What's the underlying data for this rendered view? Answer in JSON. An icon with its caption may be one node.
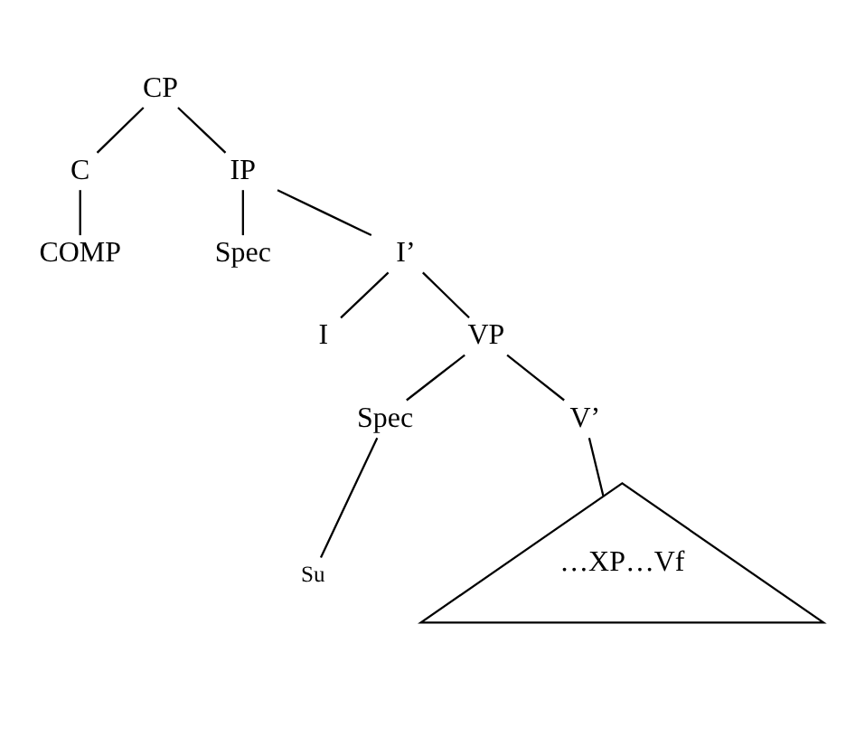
{
  "diagram": {
    "nodes": [
      {
        "text": [
          "CP"
        ]
      },
      {
        "text": [
          "C"
        ]
      },
      {
        "text": [
          "IP"
        ]
      },
      {
        "text": [
          "COMP"
        ]
      },
      {
        "text": [
          "Spec"
        ]
      },
      {
        "text": [
          "I’"
        ]
      },
      {
        "text": [
          "I"
        ]
      },
      {
        "text": [
          "VP"
        ]
      },
      {
        "text": [
          "Spec"
        ]
      },
      {
        "text": [
          "V’"
        ]
      },
      {
        "text": [
          "Su"
        ]
      },
      {
        "text": [
          "…XP…Vf"
        ]
      }
    ],
    "edges": [
      {
        "from": 0,
        "to": 1,
        "arrow": "none"
      },
      {
        "from": 0,
        "to": 2,
        "arrow": "none"
      },
      {
        "from": 1,
        "to": 3,
        "arrow": "none"
      },
      {
        "from": 2,
        "to": 4,
        "arrow": "none"
      },
      {
        "from": 2,
        "to": 5,
        "arrow": "none"
      },
      {
        "from": 5,
        "to": 6,
        "arrow": "none"
      },
      {
        "from": 5,
        "to": 7,
        "arrow": "none"
      },
      {
        "from": 7,
        "to": 8,
        "arrow": "none"
      },
      {
        "from": 7,
        "to": 9,
        "arrow": "none"
      },
      {
        "from": 8,
        "to": 10,
        "arrow": "none"
      },
      {
        "from": 9,
        "to": 11,
        "arrow": "none"
      }
    ]
  }
}
